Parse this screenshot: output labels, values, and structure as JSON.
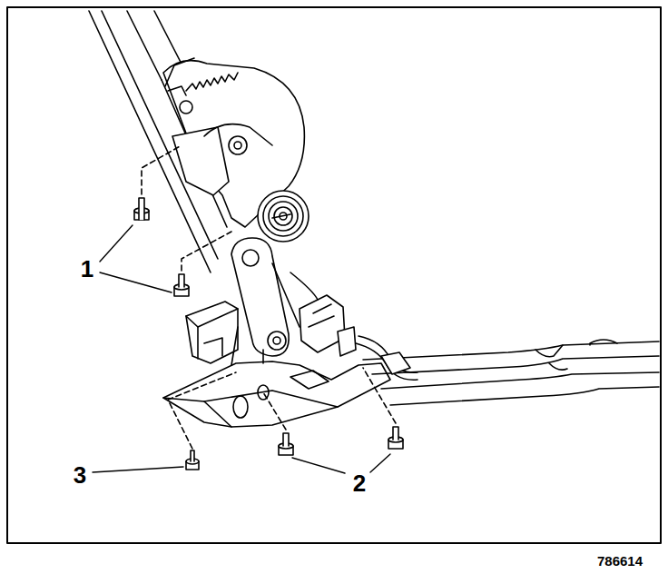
{
  "diagram": {
    "labels": [
      "1",
      "2",
      "3",
      "786614"
    ]
  }
}
